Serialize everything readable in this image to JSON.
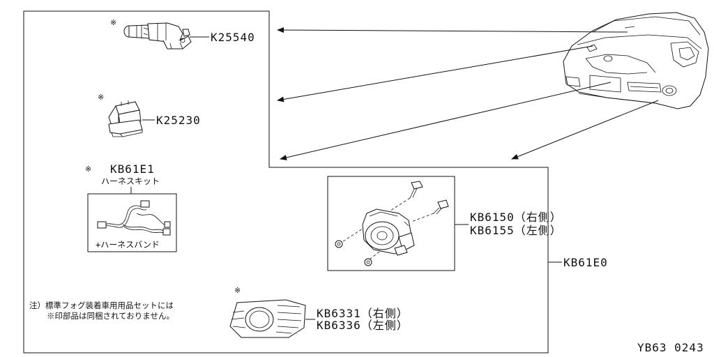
{
  "part_numbers": {
    "switch": "K25540",
    "relay": "K25230",
    "harness_kit_no": "KB61E1",
    "fog_lamp_right": "KB6150（右側）",
    "fog_lamp_left": "KB6155（左側）",
    "fog_set": "KB61E0",
    "bezel_right": "KB6331（右側）",
    "bezel_left": "KB6336（左側）"
  },
  "labels": {
    "harness_kit": "ハーネスキット",
    "harness_band": "+ハーネスバンド",
    "mark": "※"
  },
  "note": {
    "line1": "注）標準フォグ装着車用用品セットには",
    "line2": "※印部品は同梱されておりません。"
  },
  "figure_code": "YB63 0243"
}
